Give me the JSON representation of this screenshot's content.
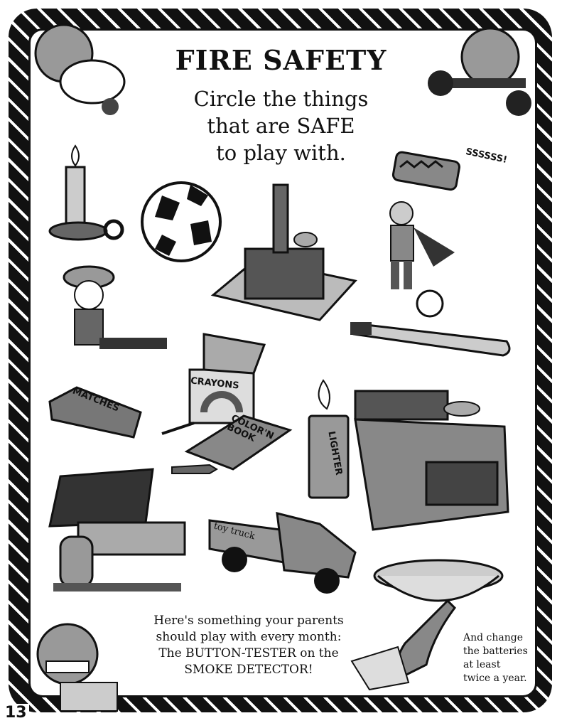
{
  "title": "FIRE SAFETY",
  "instructions": [
    "Circle the things",
    "that are SAFE",
    "to play with."
  ],
  "item_labels": {
    "firecracker": "SSSSSS!",
    "matches": "MATCHES",
    "crayons": "CRAYONS",
    "coloring_book": "COLOR'N BOOK",
    "lighter": "LIGHTER",
    "truck": "toy truck"
  },
  "bottom_text": [
    "Here's something your parents",
    "should play with every month:",
    "The BUTTON-TESTER on the",
    "SMOKE DETECTOR!"
  ],
  "side_text": [
    "And change",
    "the batteries",
    "at least",
    "twice a year."
  ],
  "page_number": "13"
}
